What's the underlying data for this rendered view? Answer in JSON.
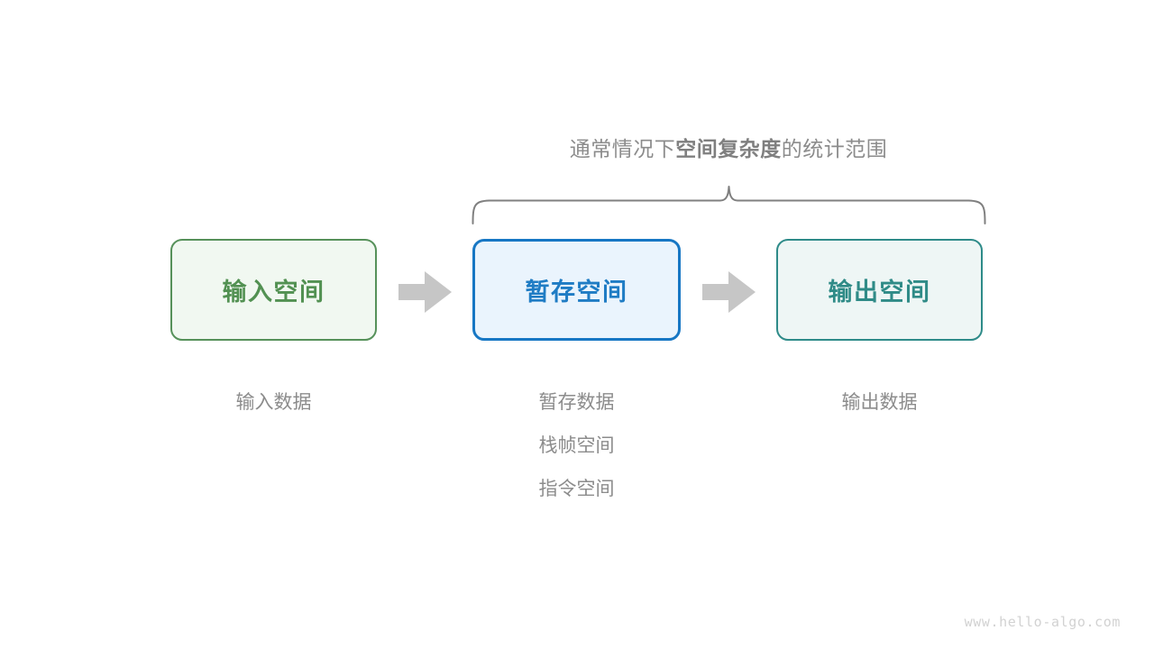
{
  "diagram": {
    "brace_caption": {
      "prefix": "通常情况下",
      "emphasis": "空间复杂度",
      "suffix": "的统计范围"
    },
    "boxes": [
      {
        "id": "input",
        "label": "输入空间",
        "border_color": "#56915a",
        "fill_color": "#f1f8f1",
        "text_color": "#529152"
      },
      {
        "id": "temp",
        "label": "暂存空间",
        "border_color": "#1777c4",
        "fill_color": "#eaf4fd",
        "text_color": "#1f7cc4"
      },
      {
        "id": "output",
        "label": "输出空间",
        "border_color": "#2e8b89",
        "fill_color": "#eef6f5",
        "text_color": "#2f8b87"
      }
    ],
    "arrows": [
      {
        "id": "arrow-input-to-temp",
        "color": "#c6c6c6"
      },
      {
        "id": "arrow-temp-to-output",
        "color": "#c6c6c6"
      }
    ],
    "captions": {
      "input": [
        "输入数据"
      ],
      "temp": [
        "暂存数据",
        "栈帧空间",
        "指令空间"
      ],
      "output": [
        "输出数据"
      ]
    },
    "brace": {
      "color": "#808080",
      "stroke_width": 2
    },
    "watermark": "www.hello-algo.com",
    "background_color": "#ffffff",
    "caption_color": "#8c8c8c"
  }
}
